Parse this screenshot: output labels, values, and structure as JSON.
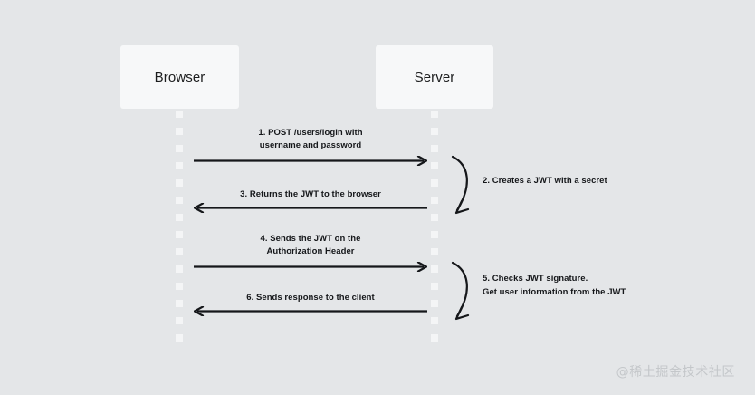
{
  "diagram": {
    "type": "sequence-diagram",
    "background_color": "#e4e6e8",
    "box_color": "#f7f8f9",
    "line_color": "#15171a",
    "participants": [
      {
        "id": "browser",
        "label": "Browser"
      },
      {
        "id": "server",
        "label": "Server"
      }
    ],
    "messages": [
      {
        "id": "msg-1",
        "label": "1. POST /users/login with\nusername and password",
        "line1": "1. POST /users/login with",
        "line2": "username and password",
        "direction": "right",
        "from": "browser",
        "to": "server"
      },
      {
        "id": "msg-3",
        "label": "3. Returns the JWT to the browser",
        "line1": "3. Returns the JWT to the browser",
        "line2": "",
        "direction": "left",
        "from": "server",
        "to": "browser"
      },
      {
        "id": "msg-4",
        "label": "4. Sends the JWT on the\nAuthorization Header",
        "line1": "4. Sends the JWT on the",
        "line2": "Authorization Header",
        "direction": "right",
        "from": "browser",
        "to": "server"
      },
      {
        "id": "msg-6",
        "label": "6. Sends response to the client",
        "line1": "6. Sends response to the client",
        "line2": "",
        "direction": "left",
        "from": "server",
        "to": "browser"
      }
    ],
    "self_messages": [
      {
        "id": "self-2",
        "on": "server",
        "label": "2. Creates a JWT with a secret"
      },
      {
        "id": "self-5",
        "on": "server",
        "label": "5. Checks JWT signature.\nGet user information from the JWT"
      }
    ]
  },
  "watermark": {
    "text": "@稀土掘金技术社区"
  }
}
